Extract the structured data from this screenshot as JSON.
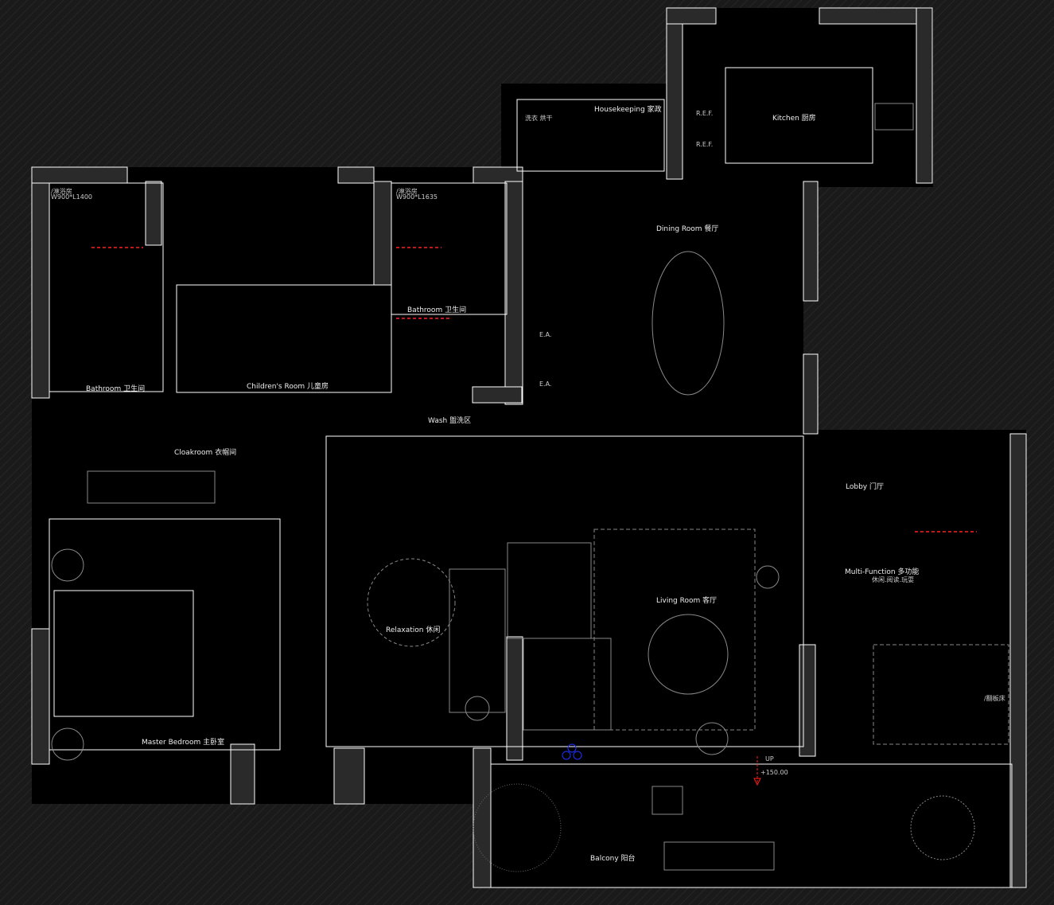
{
  "rooms": {
    "housekeeping": "Housekeeping 家政",
    "laundry": "洗衣 烘干",
    "kitchen": "Kitchen 厨房",
    "ref1": "R.E.F.",
    "ref2": "R.E.F.",
    "dining": "Dining Room 餐厅",
    "shower1": "/淋浴房",
    "shower1_size": "W900*L1400",
    "shower2": "/淋浴房",
    "shower2_size": "W900*L1635",
    "bathroom1": "Bathroom 卫生间",
    "bathroom2": "Bathroom 卫生间",
    "children": "Children's Room 儿童房",
    "wash": "Wash 盥洗区",
    "ea1": "E.A.",
    "ea2": "E.A.",
    "cloakroom": "Cloakroom 衣帽间",
    "lobby": "Lobby 门厅",
    "multi": "Multi-Function 多功能",
    "multi_sub": "休闲.阅读.玩耍",
    "flipbed": "/翻板床",
    "living": "Living Room 客厅",
    "relax": "Relaxation 休闲",
    "master": "Master Bedroom 主卧室",
    "balcony": "Balcony 阳台",
    "up": "UP",
    "level": "+150.00"
  },
  "colors": {
    "wall": "#2a2a2a",
    "line": "#ffffff",
    "accent": "#ff2020",
    "marker": "#2030ff"
  }
}
